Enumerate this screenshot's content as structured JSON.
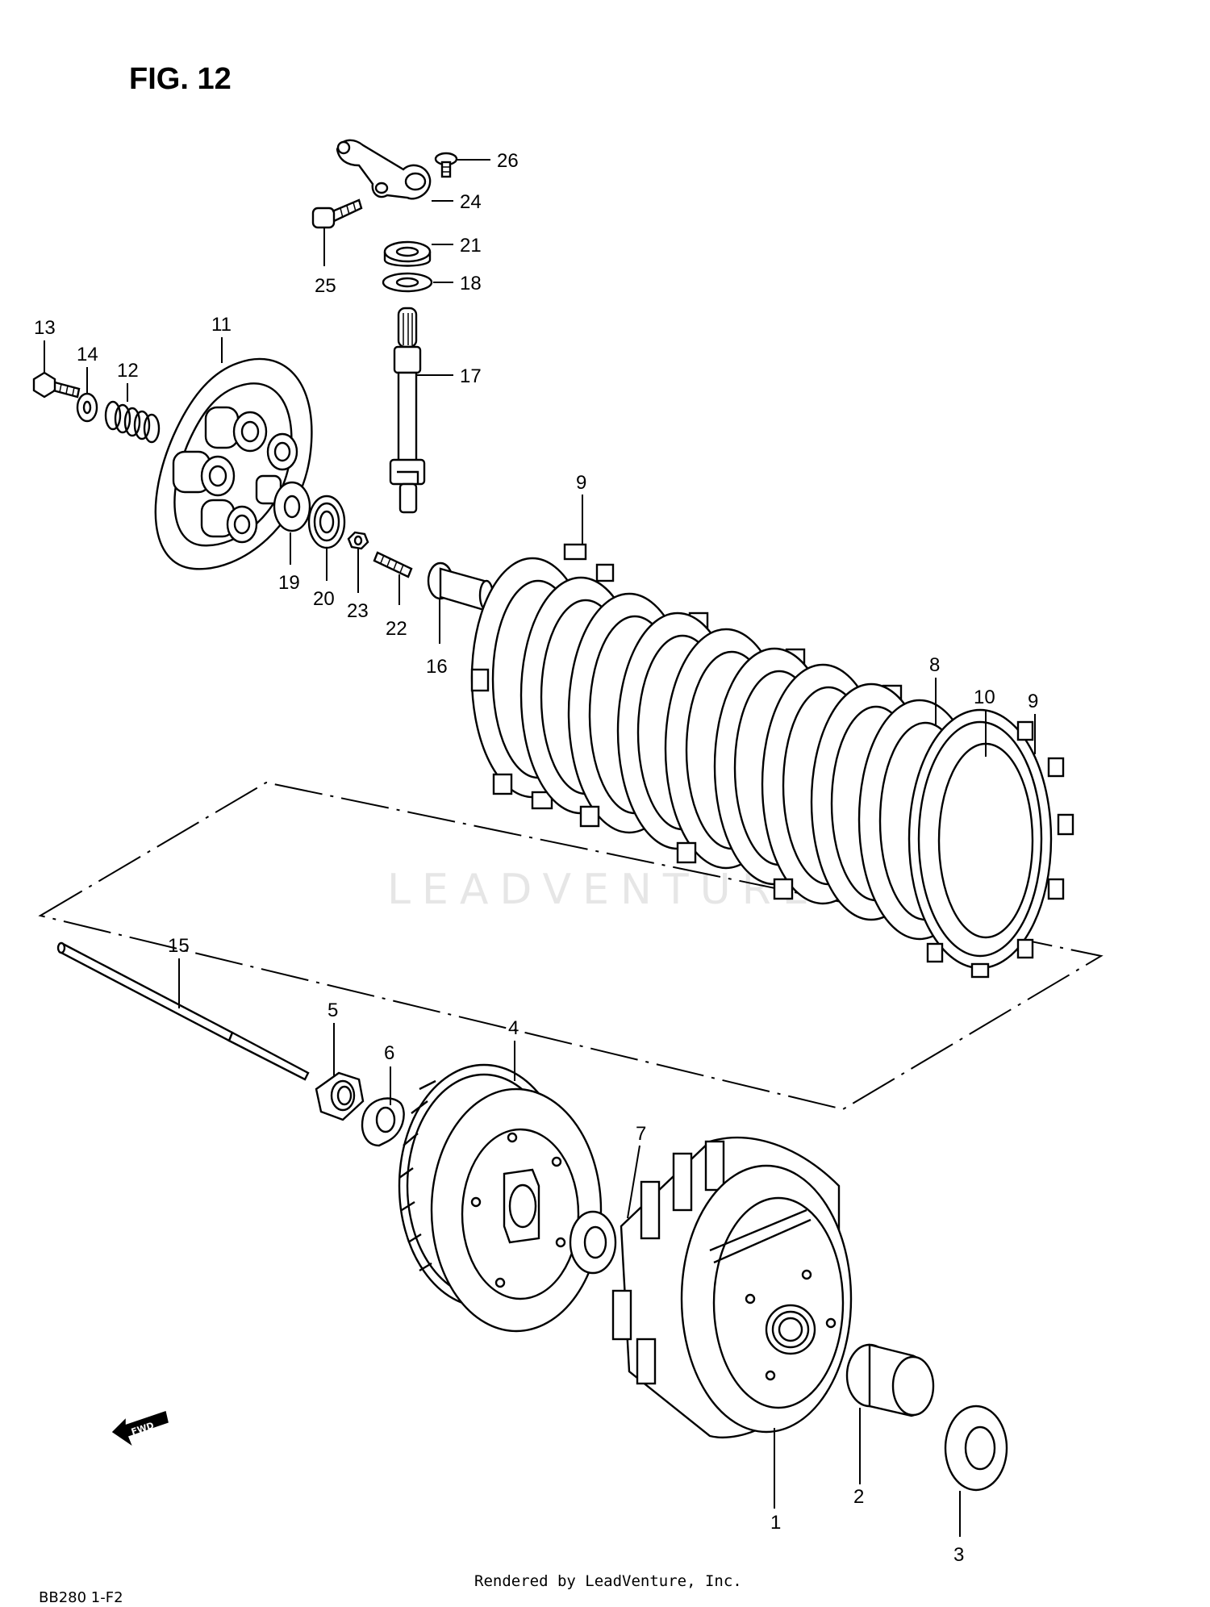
{
  "figure": {
    "title": "FIG. 12",
    "watermark": "LEADVENTURE",
    "fwd_label": "FWD",
    "footer": "Rendered by LeadVenture, Inc.",
    "diagram_code": "BB280 1-F2"
  },
  "callouts": [
    {
      "id": "1",
      "label": "1"
    },
    {
      "id": "2",
      "label": "2"
    },
    {
      "id": "3",
      "label": "3"
    },
    {
      "id": "4",
      "label": "4"
    },
    {
      "id": "5",
      "label": "5"
    },
    {
      "id": "6",
      "label": "6"
    },
    {
      "id": "7",
      "label": "7"
    },
    {
      "id": "8",
      "label": "8"
    },
    {
      "id": "9a",
      "label": "9"
    },
    {
      "id": "9b",
      "label": "9"
    },
    {
      "id": "10",
      "label": "10"
    },
    {
      "id": "11",
      "label": "11"
    },
    {
      "id": "12",
      "label": "12"
    },
    {
      "id": "13",
      "label": "13"
    },
    {
      "id": "14",
      "label": "14"
    },
    {
      "id": "15",
      "label": "15"
    },
    {
      "id": "16",
      "label": "16"
    },
    {
      "id": "17",
      "label": "17"
    },
    {
      "id": "18",
      "label": "18"
    },
    {
      "id": "19",
      "label": "19"
    },
    {
      "id": "20",
      "label": "20"
    },
    {
      "id": "21",
      "label": "21"
    },
    {
      "id": "22",
      "label": "22"
    },
    {
      "id": "23",
      "label": "23"
    },
    {
      "id": "24",
      "label": "24"
    },
    {
      "id": "25",
      "label": "25"
    },
    {
      "id": "26",
      "label": "26"
    }
  ]
}
